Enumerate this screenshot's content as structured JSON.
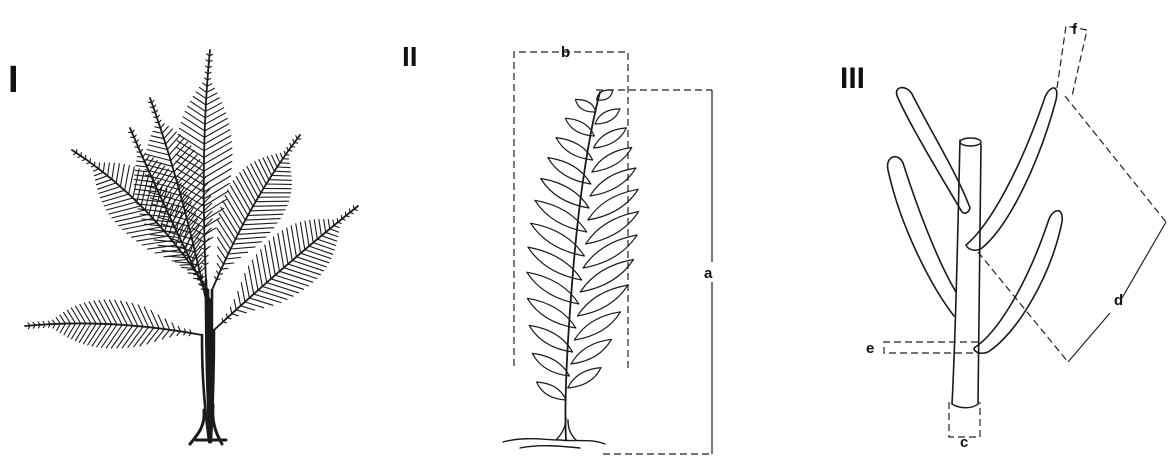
{
  "panels": [
    {
      "label": "I"
    },
    {
      "label": "II",
      "measures": {
        "a": "a",
        "b": "b"
      }
    },
    {
      "label": "III",
      "measures": {
        "c": "c",
        "d": "d",
        "e": "e",
        "f": "f"
      }
    }
  ],
  "colors": {
    "ink": "#1a1a1a",
    "background": "#ffffff"
  }
}
